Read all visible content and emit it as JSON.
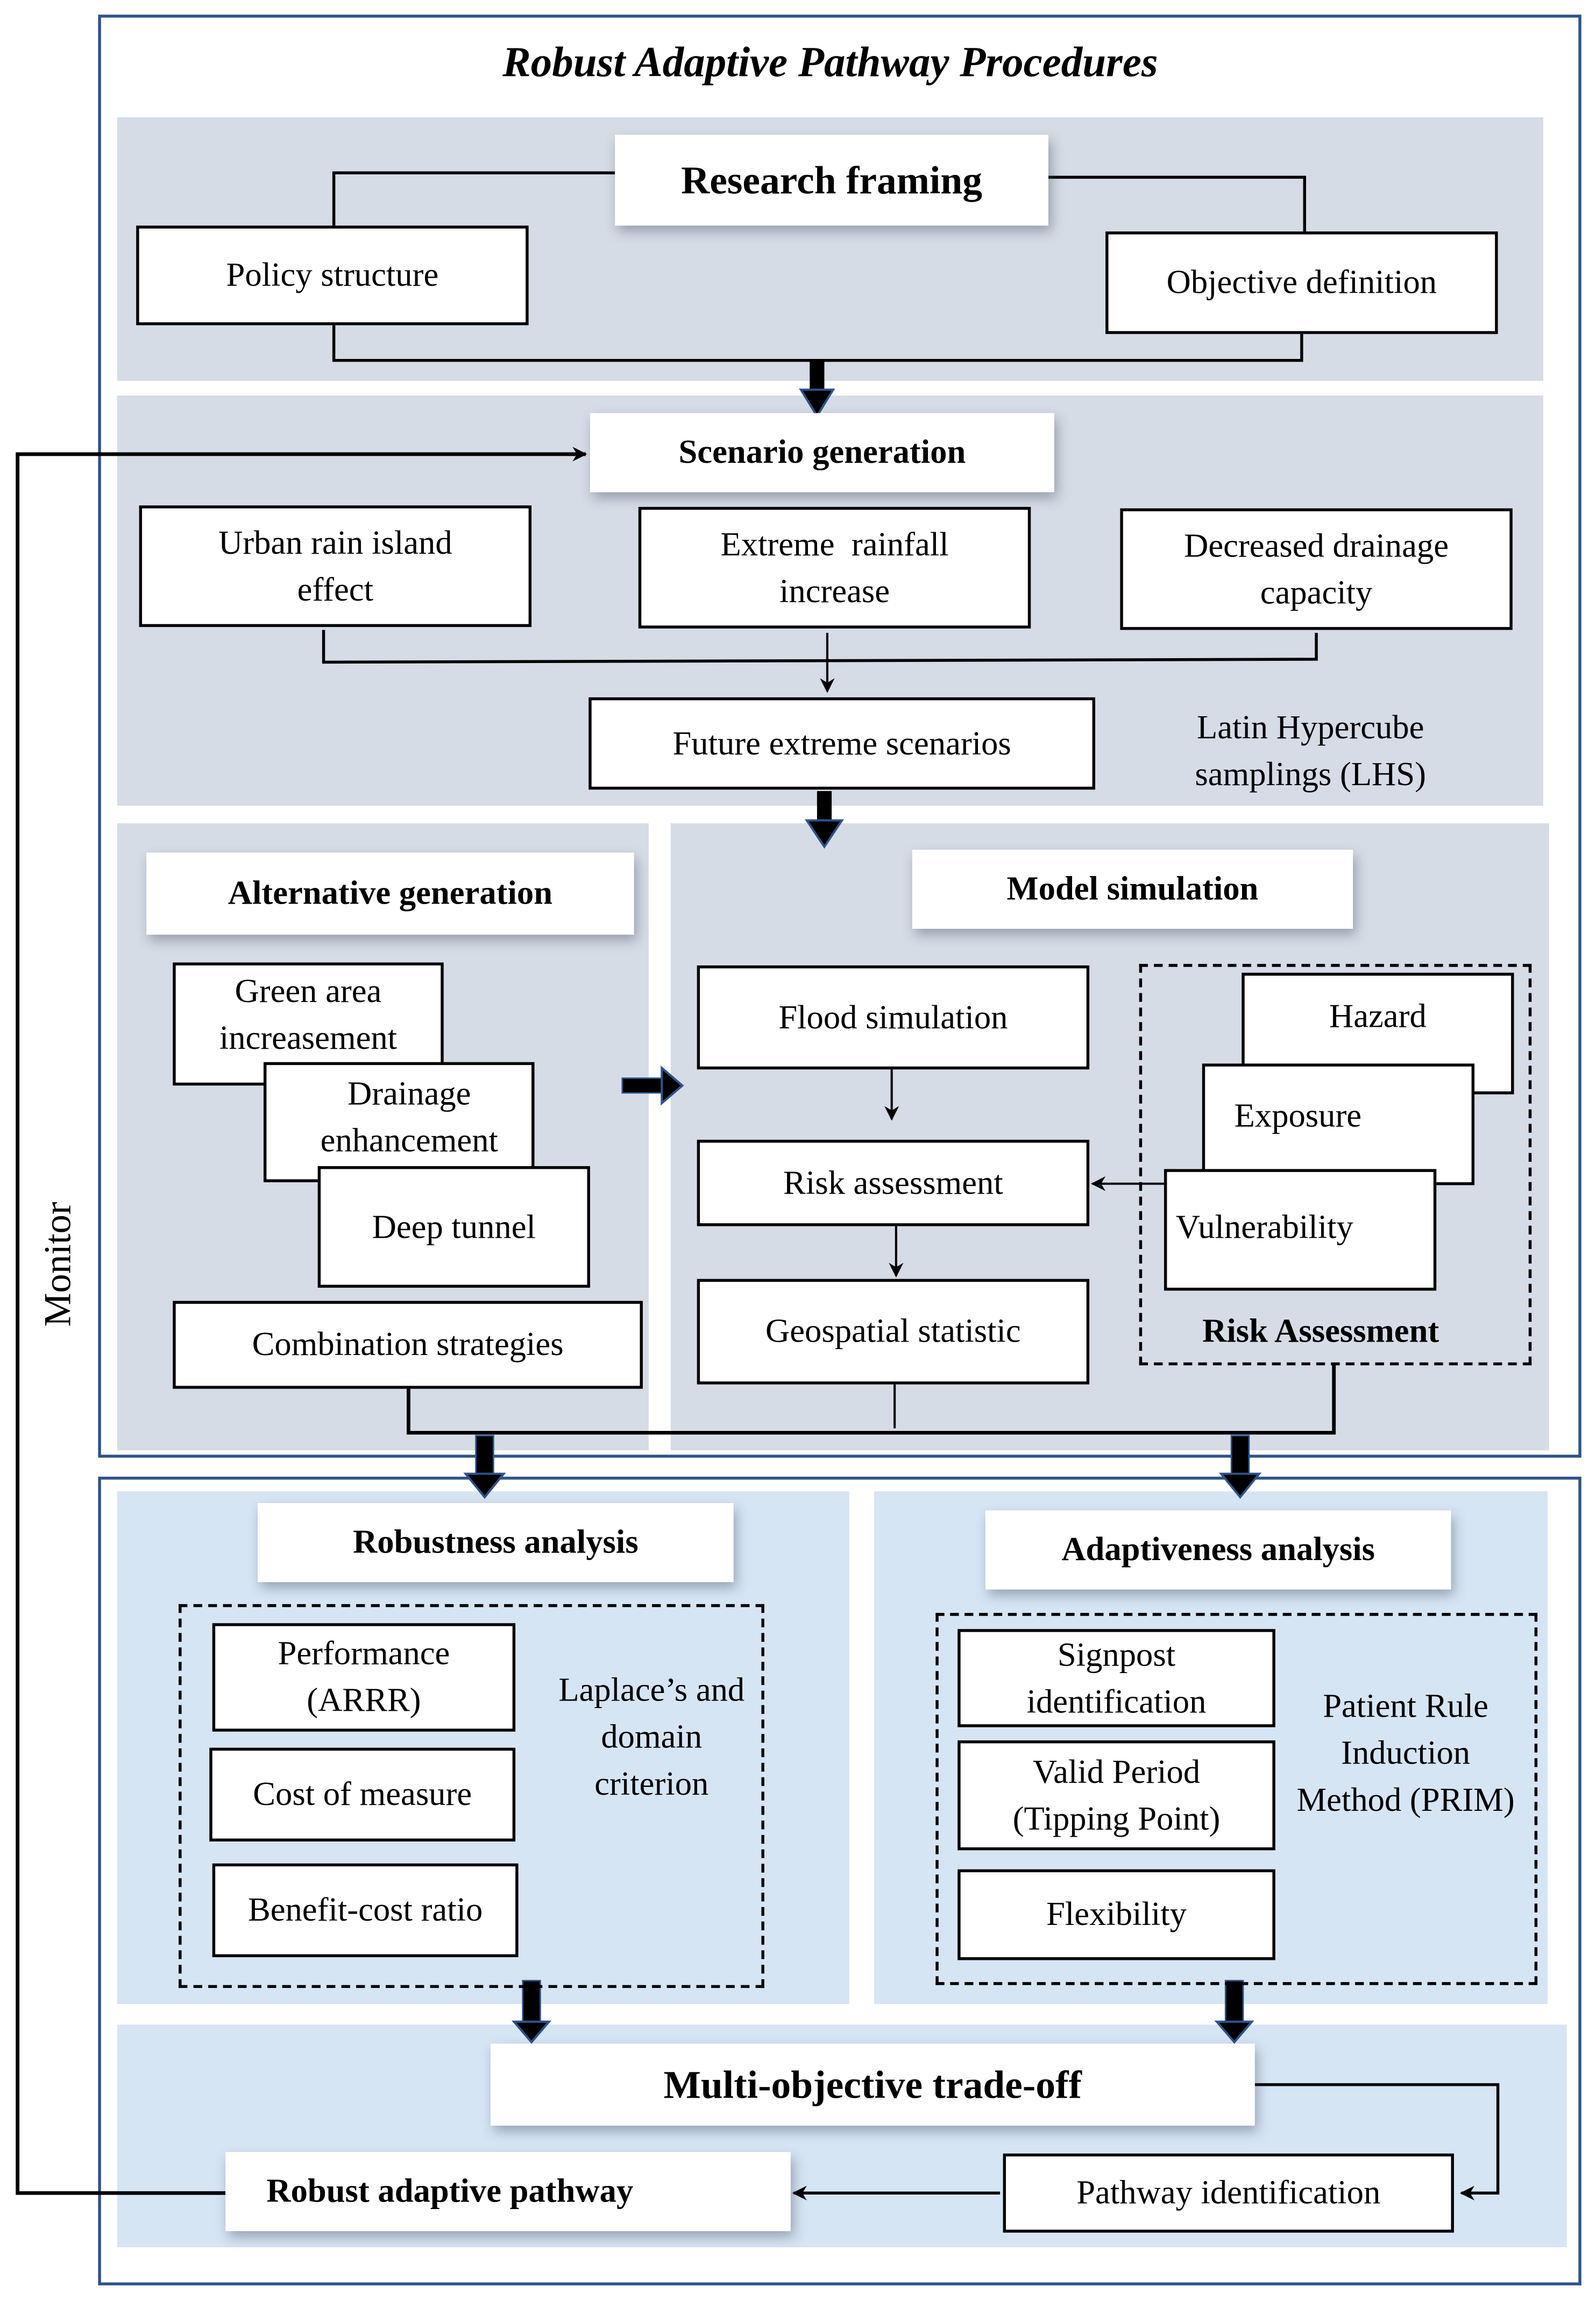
{
  "title": "Robust Adaptive Pathway Procedures",
  "monitor_label": "Monitor",
  "research_framing": {
    "header": "Research framing",
    "items": [
      "Policy structure",
      "Objective definition"
    ]
  },
  "scenario_generation": {
    "header": "Scenario generation",
    "drivers": [
      "Urban rain island effect",
      "Extreme  rainfall increase",
      "Decreased drainage capacity"
    ],
    "output": "Future extreme scenarios",
    "method_note": "Latin Hypercube samplings (LHS)"
  },
  "alternative_generation": {
    "header": "Alternative generation",
    "measures": [
      "Green area increasement",
      "Drainage enhancement",
      "Deep tunnel"
    ],
    "combination": "Combination strategies"
  },
  "model_simulation": {
    "header": "Model simulation",
    "steps": [
      "Flood simulation",
      "Risk assessment",
      "Geospatial statistic"
    ],
    "risk_components": [
      "Hazard",
      "Exposure",
      "Vulnerability"
    ],
    "risk_group_label": "Risk Assessment"
  },
  "robustness_analysis": {
    "header": "Robustness analysis",
    "metrics": [
      "Performance (ARRR)",
      "Cost of measure",
      "Benefit-cost ratio"
    ],
    "criterion_note": "Laplace’s and domain criterion"
  },
  "adaptiveness_analysis": {
    "header": "Adaptiveness analysis",
    "metrics": [
      "Signpost identification",
      "Valid Period (Tipping Point)",
      "Flexibility"
    ],
    "method_note": "Patient Rule Induction Method (PRIM)"
  },
  "tradeoff": {
    "header": "Multi-objective trade-off",
    "pathway_identification": "Pathway identification",
    "result": "Robust adaptive pathway"
  },
  "colors": {
    "frame": "#2f5289",
    "panel_grey": "#d5dce6",
    "panel_blue": "#d6e5f4"
  }
}
